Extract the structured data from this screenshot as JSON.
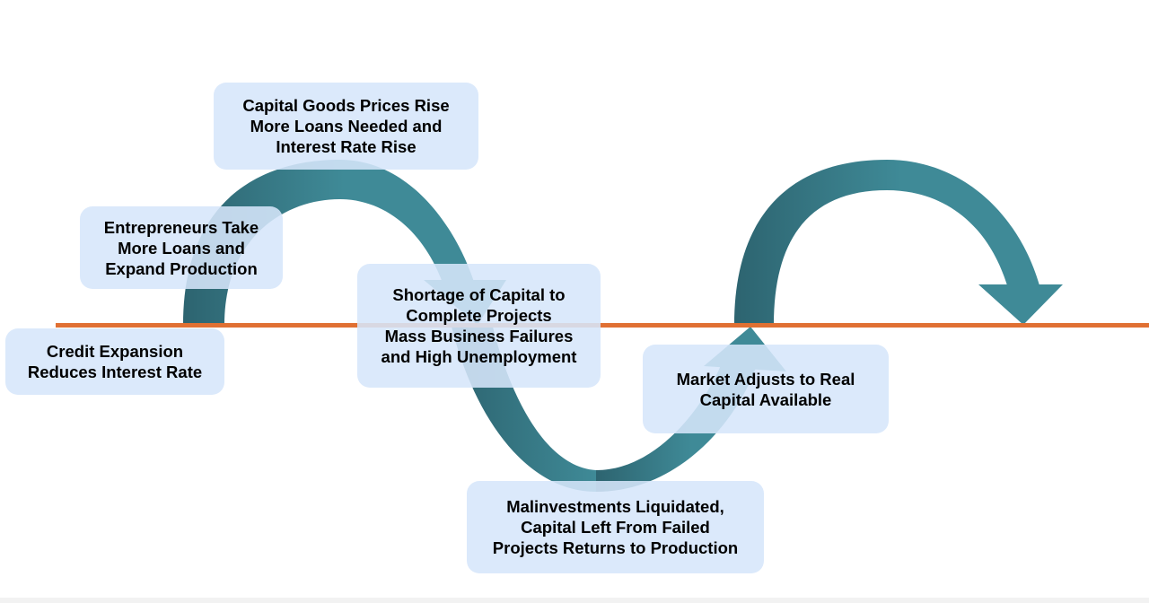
{
  "diagram": {
    "colors": {
      "baseline": "#E07033",
      "arrow_light": "#3F8A97",
      "arrow_dark": "#2D6470",
      "box_fill": "#D6E6FA"
    },
    "steps": [
      {
        "id": "credit-expansion",
        "text": "Credit Expansion\nReduces Interest Rate"
      },
      {
        "id": "entrepreneurs",
        "text": "Entrepreneurs Take\nMore Loans and\nExpand Production"
      },
      {
        "id": "capital-goods",
        "text": "Capital Goods Prices Rise\nMore Loans Needed and\nInterest Rate Rise"
      },
      {
        "id": "shortage",
        "text": "Shortage of Capital to\nComplete Projects\nMass Business Failures\nand High Unemployment"
      },
      {
        "id": "malinvestments",
        "text": "Malinvestments Liquidated,\nCapital Left From Failed\nProjects Returns to Production"
      },
      {
        "id": "market-adjusts",
        "text": "Market Adjusts to Real\nCapital Available"
      }
    ]
  }
}
